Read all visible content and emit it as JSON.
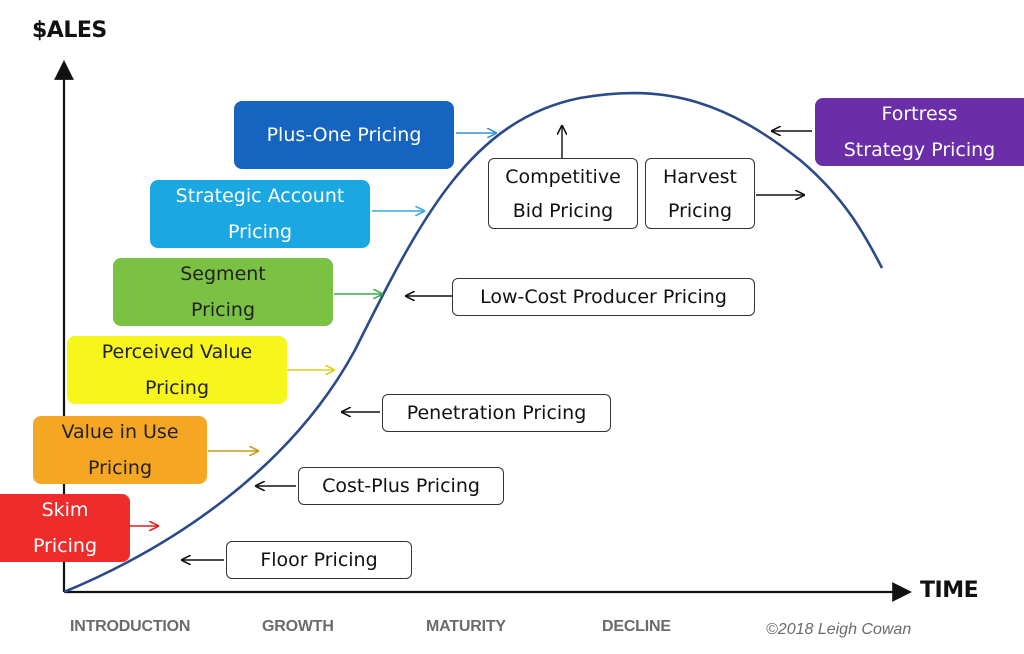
{
  "axes": {
    "y_label": "$ALES",
    "x_label": "TIME"
  },
  "stages": [
    "INTRODUCTION",
    "GROWTH",
    "MATURITY",
    "DECLINE"
  ],
  "copyright": "©2018 Leigh Cowan",
  "strategies_left": [
    {
      "lines": [
        "Plus-One Pricing"
      ],
      "color": "#1565c0"
    },
    {
      "lines": [
        "Strategic Account",
        "Pricing"
      ],
      "color": "#1aa7e2"
    },
    {
      "lines": [
        "Segment",
        "Pricing"
      ],
      "color": "#7bc143"
    },
    {
      "lines": [
        "Perceived Value",
        "Pricing"
      ],
      "color": "#f6f51c"
    },
    {
      "lines": [
        "Value in Use",
        "Pricing"
      ],
      "color": "#f5a623"
    },
    {
      "lines": [
        "Skim",
        "Pricing"
      ],
      "color": "#ef2c2c"
    }
  ],
  "strategies_right": [
    {
      "lines": [
        "Competitive",
        "Bid Pricing"
      ]
    },
    {
      "lines": [
        "Harvest",
        "Pricing"
      ]
    },
    {
      "lines": [
        "Low-Cost Producer Pricing"
      ]
    },
    {
      "lines": [
        "Penetration Pricing"
      ]
    },
    {
      "lines": [
        "Cost-Plus Pricing"
      ]
    },
    {
      "lines": [
        "Floor Pricing"
      ]
    }
  ],
  "strategy_top_right": {
    "lines": [
      "Fortress",
      "Strategy Pricing"
    ],
    "color": "#6a2ea8"
  },
  "curve_color": "#2b4a8a"
}
